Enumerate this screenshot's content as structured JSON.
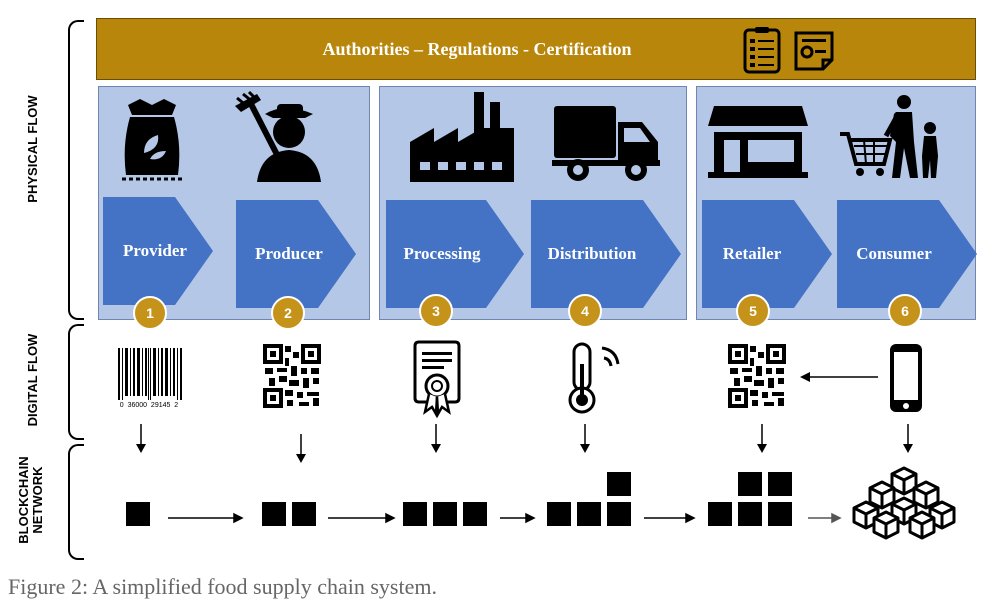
{
  "side_labels": {
    "physical": "PHYSICAL FLOW",
    "digital": "DIGITAL FLOW",
    "blockchain_line1": "BLOCKCHAIN",
    "blockchain_line2": "NETWORK"
  },
  "authorities": {
    "title": "Authorities – Regulations - Certification",
    "icons": [
      "document-list-icon",
      "certificate-document-icon"
    ]
  },
  "stages": [
    {
      "label": "Provider",
      "number": "1",
      "icon": "seed-bag-icon",
      "digital_icon": "barcode-icon"
    },
    {
      "label": "Producer",
      "number": "2",
      "icon": "farmer-icon",
      "digital_icon": "qr-code-icon"
    },
    {
      "label": "Processing",
      "number": "3",
      "icon": "factory-icon",
      "digital_icon": "certificate-icon"
    },
    {
      "label": "Distribution",
      "number": "4",
      "icon": "truck-icon",
      "digital_icon": "thermometer-sensor-icon"
    },
    {
      "label": "Retailer",
      "number": "5",
      "icon": "store-icon",
      "digital_icon": "qr-code-icon"
    },
    {
      "label": "Consumer",
      "number": "6",
      "icon": "shopping-cart-family-icon",
      "digital_icon": "smartphone-icon"
    }
  ],
  "barcode_text": "0  36000  29145  2",
  "blockchain_icon": "blockchain-network-icon",
  "caption": "Figure 2: A simplified food supply chain system."
}
